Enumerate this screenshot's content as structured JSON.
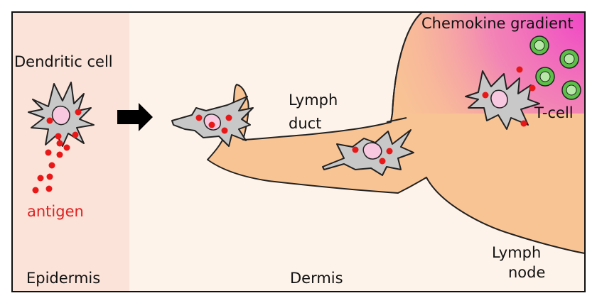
{
  "labels": {
    "dendritic_cell": "Dendritic cell",
    "antigen": "antigen",
    "epidermis": "Epidermis",
    "dermis": "Dermis",
    "lymph_duct_line1": "Lymph",
    "lymph_duct_line2": "duct",
    "lymph_node_line1": "Lymph",
    "lymph_node_line2": "node",
    "chemokine_gradient": "Chemokine gradient",
    "t_cell": "T-cell"
  },
  "colors": {
    "epidermis": "#fbe3d9",
    "dermis": "#fdf3ea",
    "lymph_tissue": "#f9c494",
    "chemokine": "#f050c8",
    "cell_body": "#c8c8c8",
    "nucleus": "#f8c8e0",
    "antigen": "#e81818",
    "t_cell_outer": "#5cc048",
    "t_cell_inner": "#b8e8a8",
    "label_red": "#e02020"
  },
  "icons": {
    "arrow": "right-arrow-icon",
    "dendritic_cell": "dendritic-cell-icon",
    "t_cell": "t-cell-icon"
  }
}
